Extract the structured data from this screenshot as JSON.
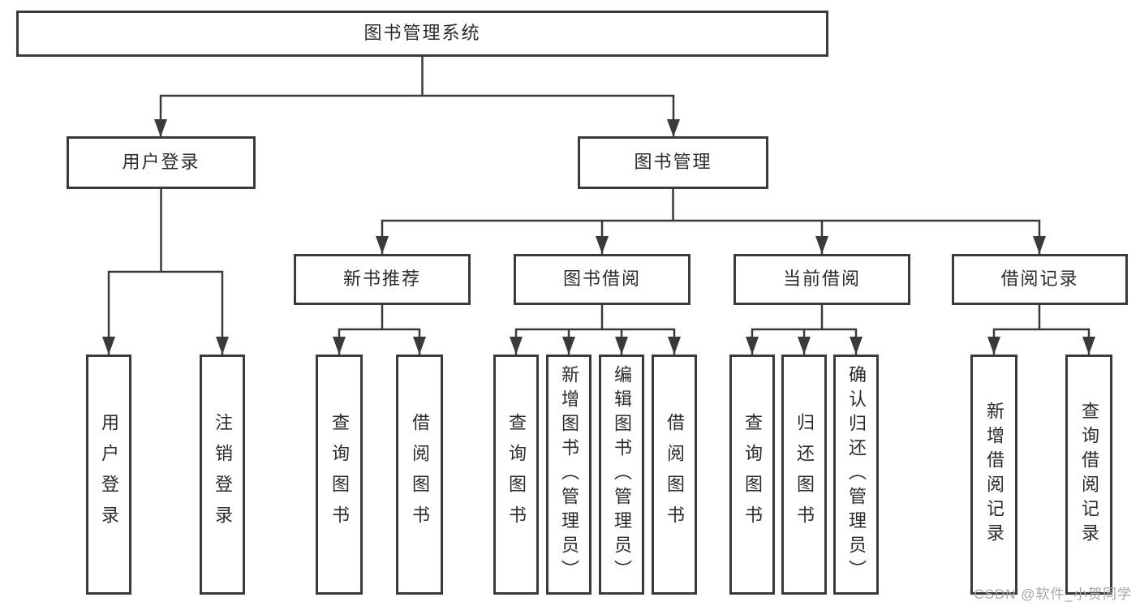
{
  "colors": {
    "line": "#3a3a3a",
    "border": "#3a3a3a",
    "text": "#2b2b2b",
    "watermark": "#a6a6a6",
    "background": "#ffffff"
  },
  "watermark": {
    "text": "CSDN @软件_小贺同学"
  },
  "tree": {
    "root": {
      "label": "图书管理系统",
      "children": [
        {
          "label": "用户登录",
          "children": [
            {
              "label": "用户登录"
            },
            {
              "label": "注销登录"
            }
          ]
        },
        {
          "label": "图书管理",
          "children": [
            {
              "label": "新书推荐",
              "children": [
                {
                  "label": "查询图书"
                },
                {
                  "label": "借阅图书"
                }
              ]
            },
            {
              "label": "图书借阅",
              "children": [
                {
                  "label": "查询图书"
                },
                {
                  "label": "新增图书（管理员）"
                },
                {
                  "label": "编辑图书（管理员）"
                },
                {
                  "label": "借阅图书"
                }
              ]
            },
            {
              "label": "当前借阅",
              "children": [
                {
                  "label": "查询图书"
                },
                {
                  "label": "归还图书"
                },
                {
                  "label": "确认归还（管理员）"
                }
              ]
            },
            {
              "label": "借阅记录",
              "children": [
                {
                  "label": "新增借阅记录"
                },
                {
                  "label": "查询借阅记录"
                }
              ]
            }
          ]
        }
      ]
    }
  }
}
